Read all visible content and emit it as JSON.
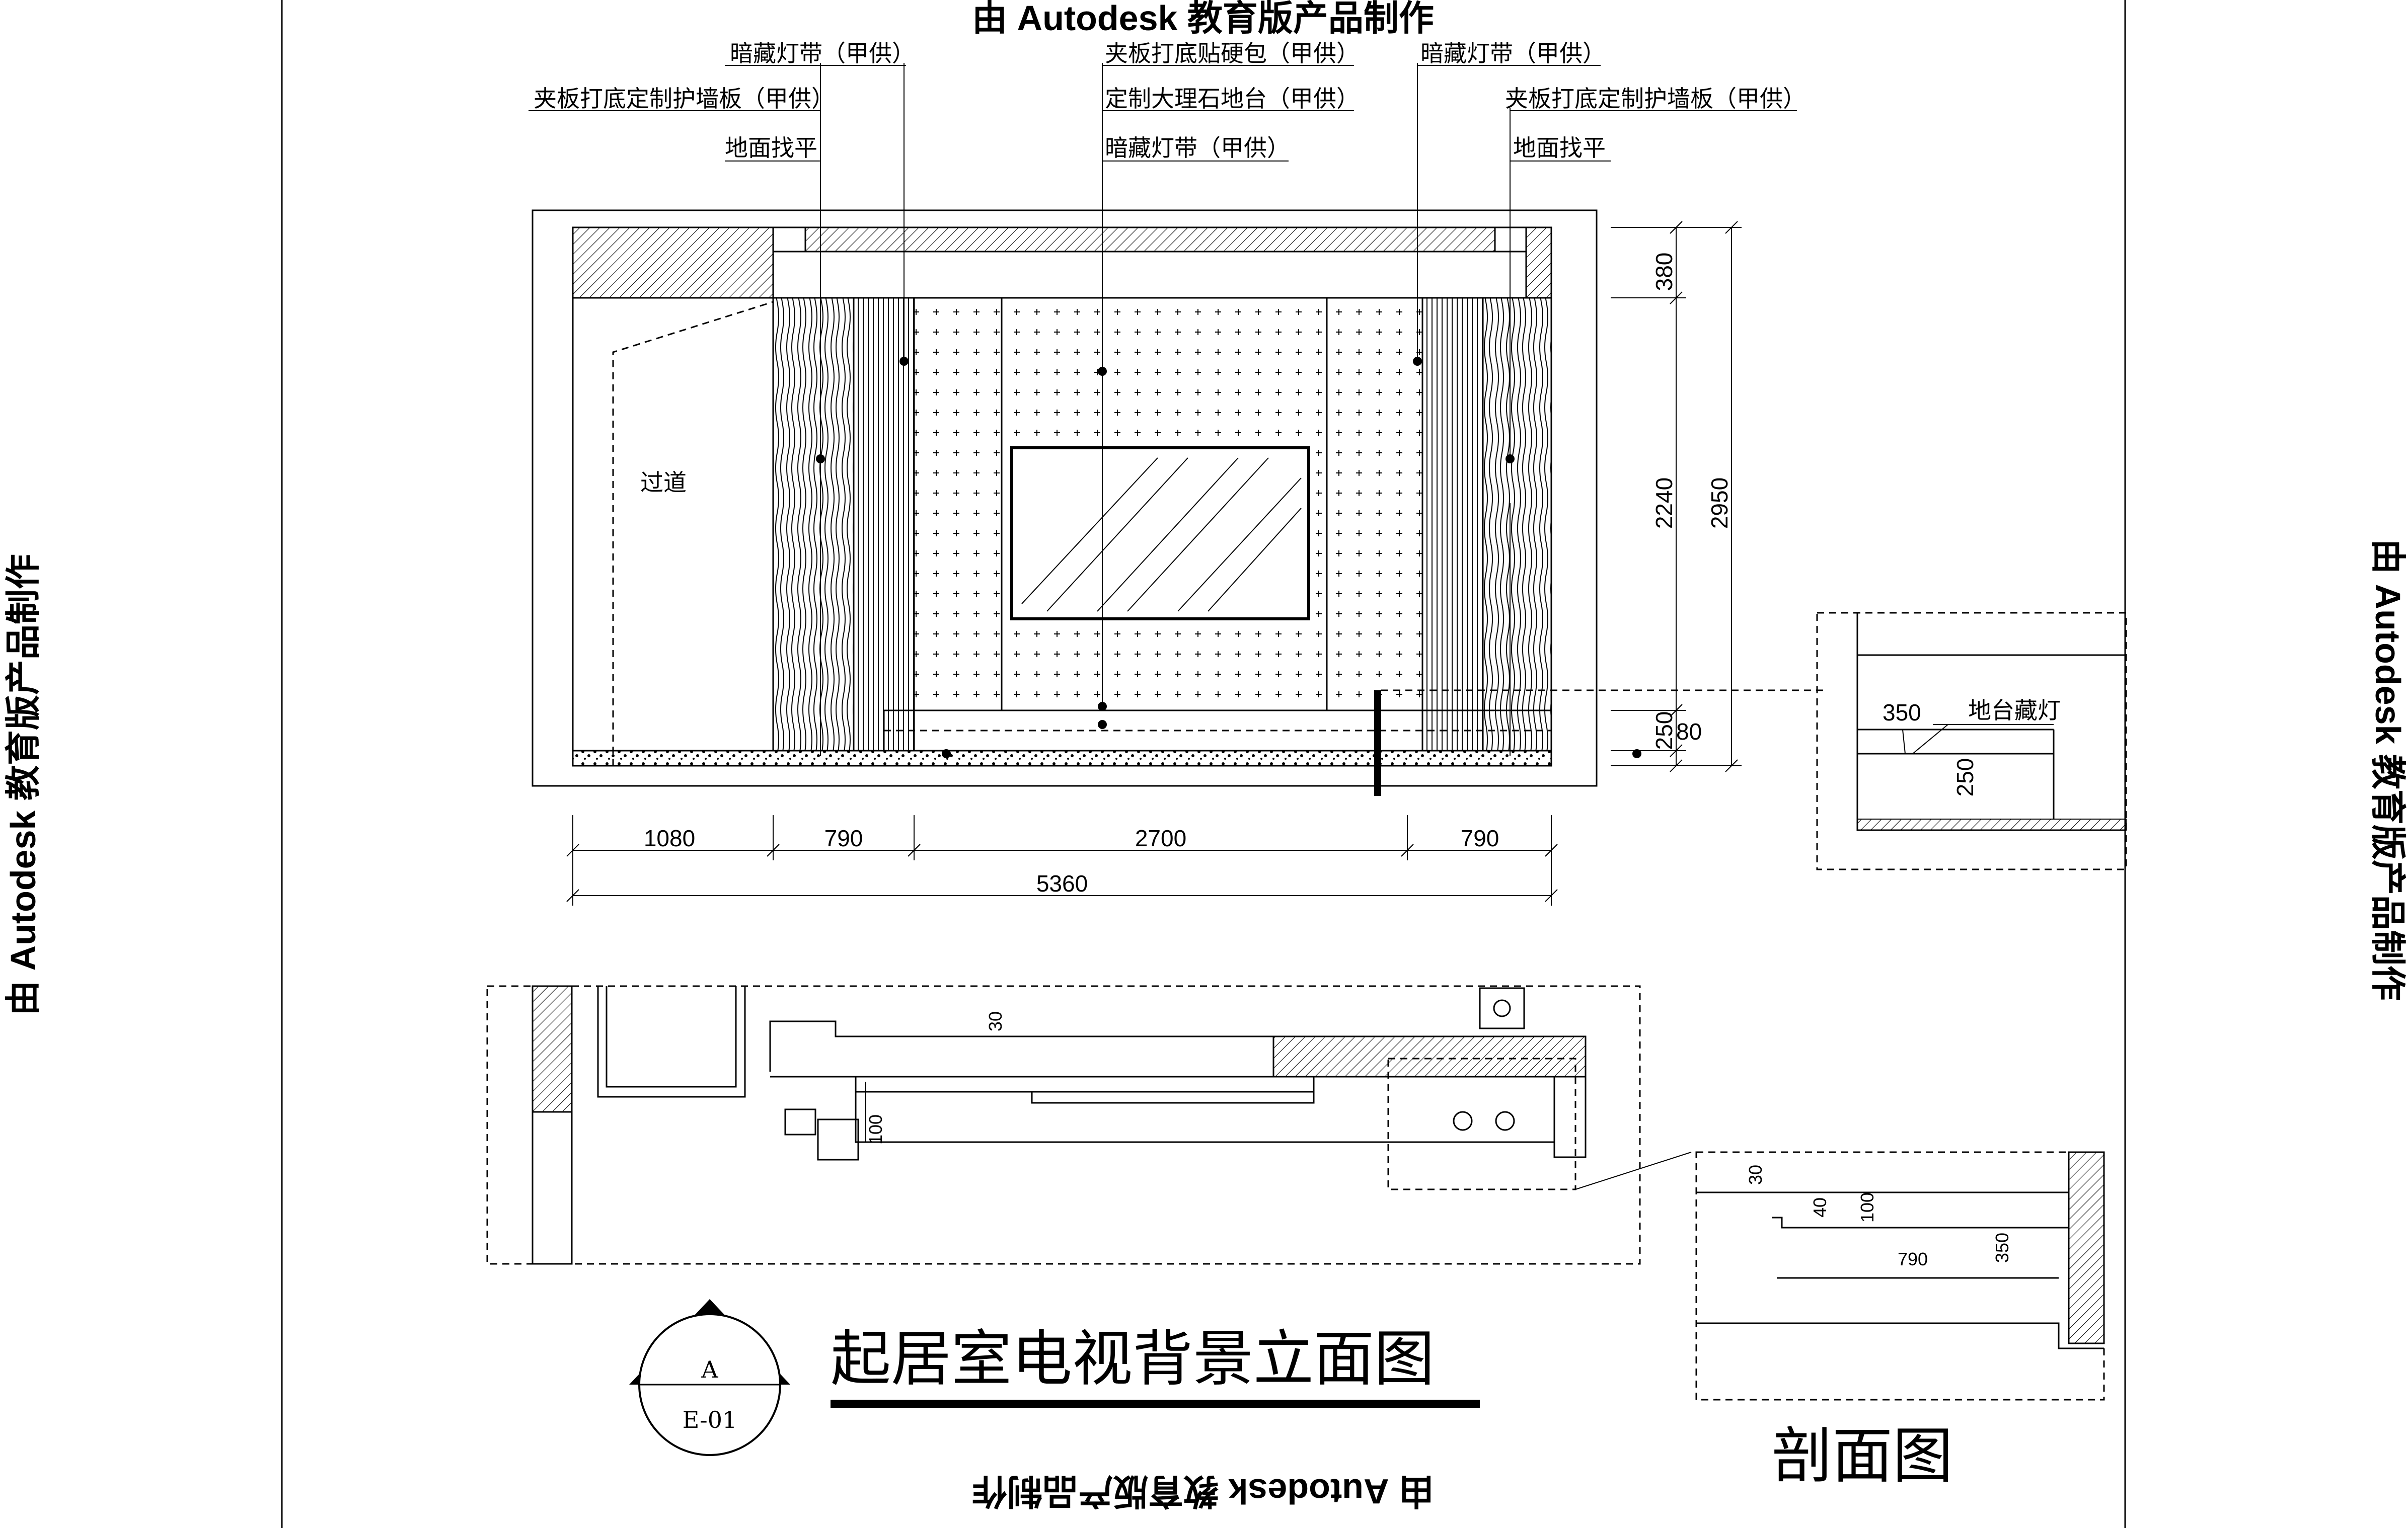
{
  "watermark": "由 Autodesk 教育版产品制作",
  "labels": {
    "left_upper": "暗藏灯带（甲供）",
    "left_mid": "夹板打底定制护墙板（甲供）",
    "left_low": "地面找平",
    "center_upper": "夹板打底贴硬包（甲供）",
    "center_mid": "定制大理石地台（甲供）",
    "center_low": "暗藏灯带（甲供）",
    "right_upper": "暗藏灯带（甲供）",
    "right_mid": "夹板打底定制护墙板（甲供）",
    "right_low": "地面找平",
    "corridor": "过道"
  },
  "dims_horizontal": {
    "d1": "1080",
    "d2": "790",
    "d3": "2700",
    "d4": "790",
    "total": "5360"
  },
  "dims_vertical": {
    "v1": "380",
    "v2": "2240",
    "v3": "250",
    "v4": "80",
    "total": "2950"
  },
  "detail_top": {
    "d350": "350",
    "d250": "250",
    "label": "地台藏灯"
  },
  "plan_dims": {
    "d30": "30",
    "d100": "100"
  },
  "section": {
    "d30": "30",
    "d40": "40",
    "d100": "100",
    "d790": "790",
    "d350": "350",
    "title": "剖面图"
  },
  "title_block": {
    "letter": "A",
    "sheet": "E-01",
    "title": "起居室电视背景立面图"
  }
}
